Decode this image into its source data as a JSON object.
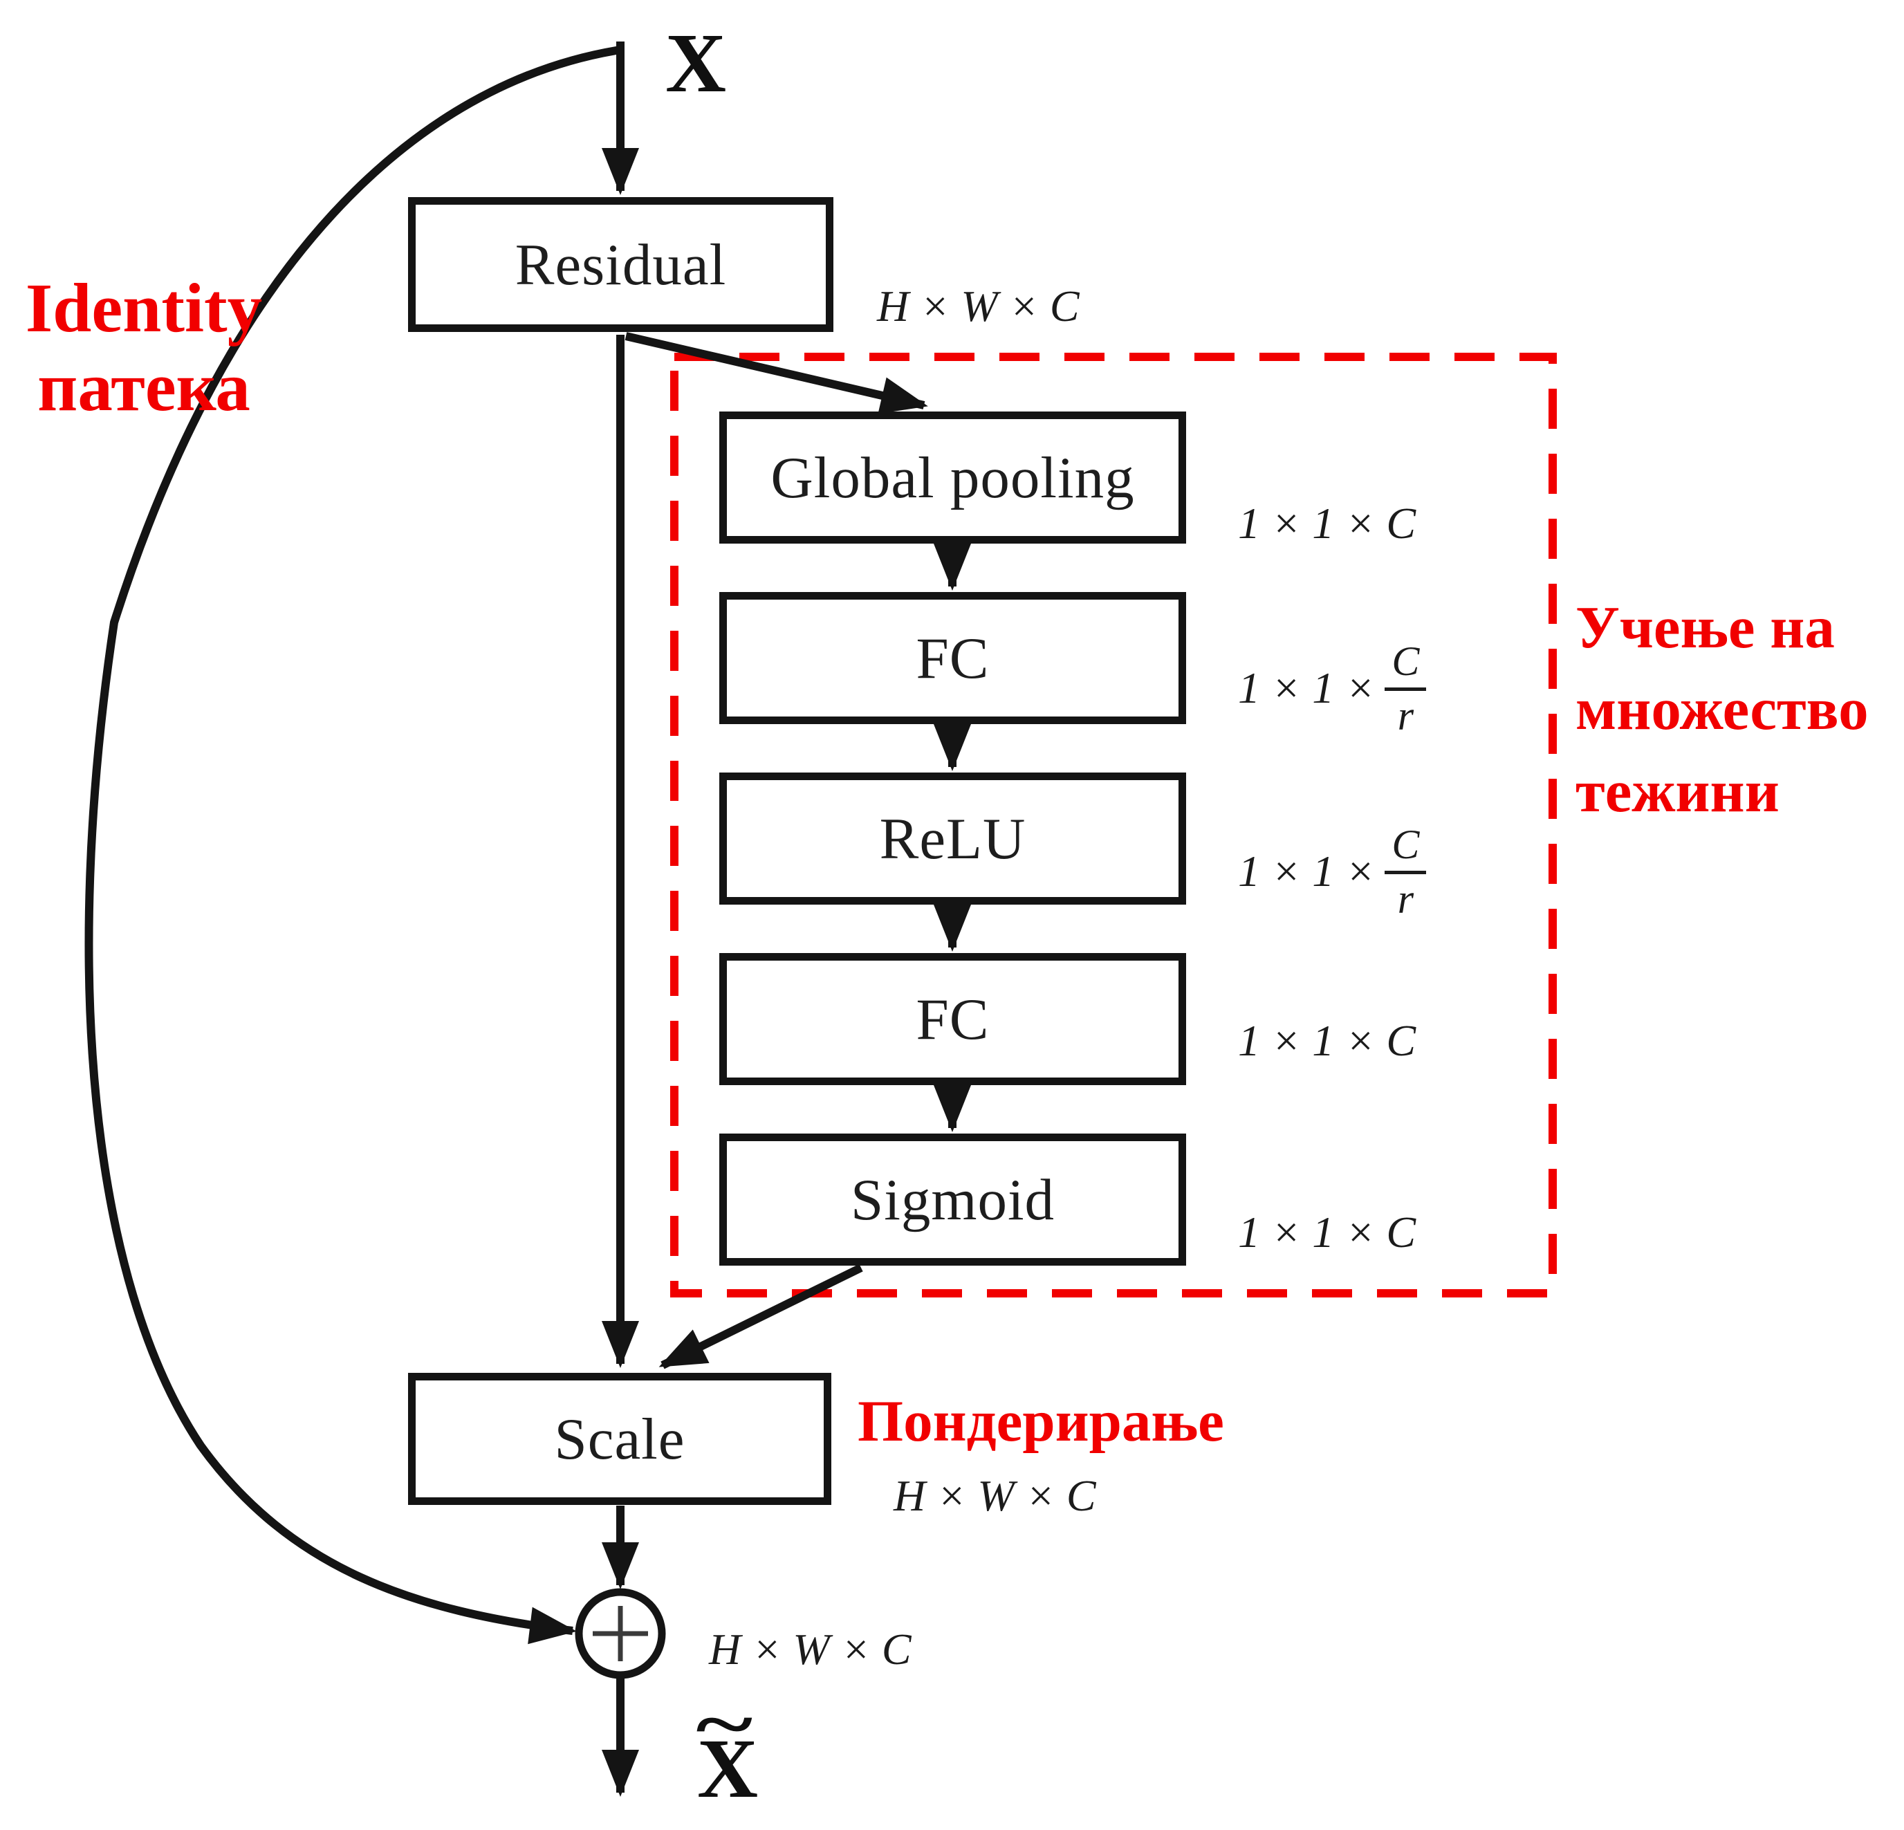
{
  "colors": {
    "annotation_red": "#f10000",
    "line_black": "#141414",
    "background": "#ffffff"
  },
  "input": {
    "label": "X"
  },
  "output": {
    "base": "X",
    "tilde": "~"
  },
  "residual": {
    "label": "Residual",
    "dim": "H × W × C"
  },
  "pipeline": [
    {
      "label": "Global pooling",
      "dim": "1 × 1 × C"
    },
    {
      "label": "FC",
      "dim_prefix": "1 × 1 ×",
      "dim_num": "C",
      "dim_den": "r"
    },
    {
      "label": "ReLU",
      "dim_prefix": "1 × 1 ×",
      "dim_num": "C",
      "dim_den": "r"
    },
    {
      "label": "FC",
      "dim": "1 × 1 × C"
    },
    {
      "label": "Sigmoid",
      "dim": "1 × 1 × C"
    }
  ],
  "scale": {
    "label": "Scale",
    "dim": "H × W × C"
  },
  "sum": {
    "dim": "H × W × C"
  },
  "annotations": {
    "identity": {
      "line1": "Identity",
      "line2": "патека"
    },
    "learning": {
      "line1": "Учење на",
      "line2": "множество",
      "line3": "тежини"
    },
    "weighting": "Пондерирање"
  }
}
